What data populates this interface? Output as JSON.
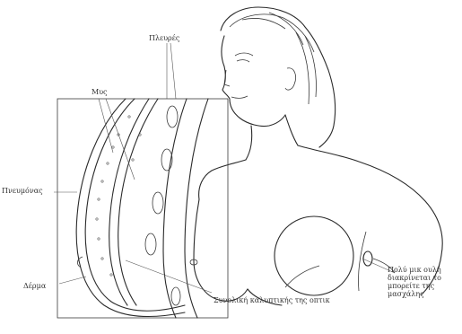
{
  "labels": {
    "ribs": "Πλευρές",
    "muscle": "Μυς",
    "chest_wall": "Πνευμόνας",
    "skin": "Δέρμα",
    "implant_position": "Συνολική καλυπτικής της οπτικ",
    "scar_note": "Πολύ μικ ουλή\nδιακρίνεται το\nμπορείτε της\nμασχάλης"
  }
}
